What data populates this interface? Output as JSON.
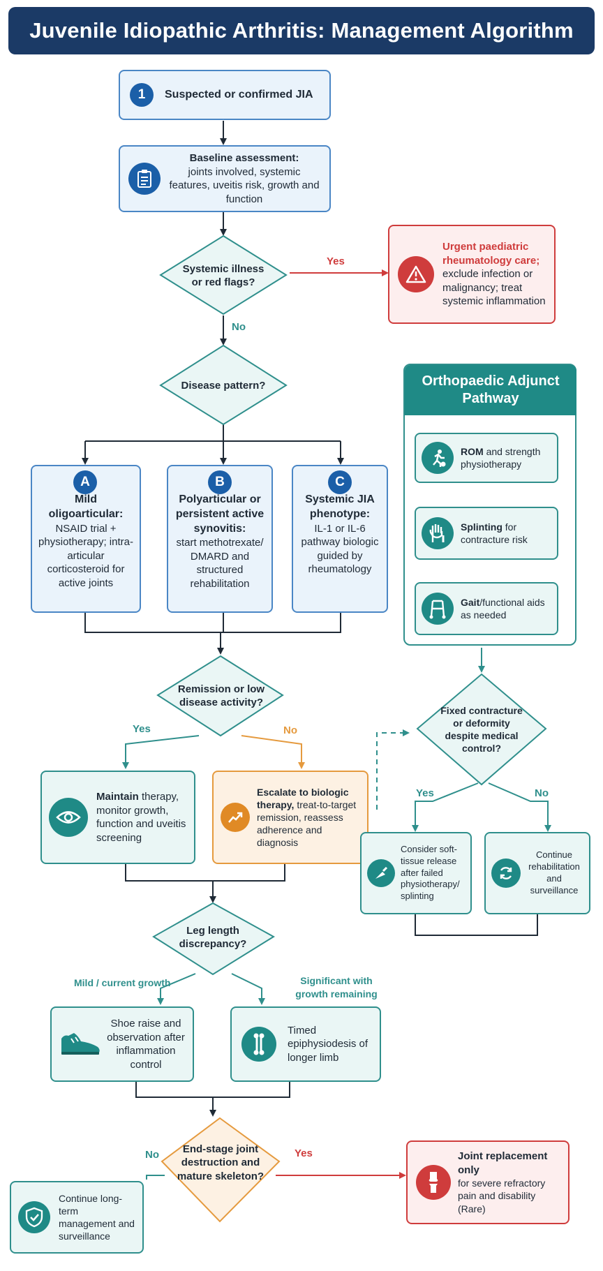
{
  "title": "Juvenile Idiopathic Arthritis: Management Algorithm",
  "colors": {
    "navy": "#1b3a66",
    "blue": "#4a86c5",
    "teal": "#2f8f8c",
    "red": "#cf3c3c",
    "orange": "#e59a3e",
    "dark_teal": "#1f8a86"
  },
  "start": {
    "number": "1",
    "label": "Suspected or confirmed JIA",
    "icon": "number-badge"
  },
  "baseline": {
    "title": "Baseline assessment:",
    "body": "joints involved, systemic features, uveitis risk, growth and function",
    "icon": "clipboard-icon"
  },
  "d_systemic": {
    "label": "Systemic illness or red flags?",
    "yes": "Yes",
    "no": "No"
  },
  "urgent": {
    "title": "Urgent paediatric rheumatology care;",
    "body": "exclude infection or malignancy; treat systemic inflammation",
    "icon": "warning-icon"
  },
  "d_pattern": {
    "label": "Disease pattern?"
  },
  "col_a": {
    "letter": "A",
    "title": "Mild oligoarticular:",
    "body": "NSAID trial + physiotherapy; intra-articular corticosteroid for active joints"
  },
  "col_b": {
    "letter": "B",
    "title": "Polyarticular or persistent active synovitis:",
    "body": "start methotrexate/ DMARD and structured rehabilitation"
  },
  "col_c": {
    "letter": "C",
    "title": "Systemic JIA phenotype:",
    "body": "IL-1 or IL-6 pathway biologic guided by rheumatology"
  },
  "d_remission": {
    "label": "Remission or low disease activity?",
    "yes": "Yes",
    "no": "No"
  },
  "maintain": {
    "bold": "Maintain",
    "body": "therapy, monitor growth, function and uveitis screening",
    "icon": "eye-icon"
  },
  "escalate": {
    "bold": "Escalate to biologic therapy,",
    "body": "treat-to-target remission, reassess adherence and diagnosis",
    "icon": "trend-up-icon"
  },
  "d_leg": {
    "label": "Leg length discrepancy?",
    "mild": "Mild / current growth",
    "significant": "Significant with growth remaining"
  },
  "shoe": {
    "body": "Shoe raise and observation after inflammation control",
    "icon": "shoe-icon"
  },
  "epiph": {
    "body": "Timed epiphysiodesis of longer limb",
    "icon": "bone-icon"
  },
  "d_endstage": {
    "label": "End-stage joint destruction and mature skeleton?",
    "yes": "Yes",
    "no": "No"
  },
  "longterm": {
    "body": "Continue long-term management and surveillance",
    "icon": "shield-check-icon"
  },
  "replacement": {
    "title": "Joint replacement only",
    "body": "for severe refractory pain and disability (Rare)",
    "icon": "knee-joint-icon"
  },
  "ortho": {
    "title": "Orthopaedic Adjunct Pathway",
    "step1": {
      "bold": "ROM",
      "body": "and strength physiotherapy",
      "icon": "exercise-icon"
    },
    "step2": {
      "bold": "Splinting",
      "body": "for contracture risk",
      "icon": "hand-splint-icon"
    },
    "step3": {
      "bold": "Gait",
      "body": "/functional aids as needed",
      "icon": "walker-icon"
    }
  },
  "d_fixed": {
    "label": "Fixed contracture or deformity despite medical control?",
    "yes": "Yes",
    "no": "No"
  },
  "softtissue": {
    "body": "Consider soft-tissue release after failed physiotherapy/ splinting",
    "icon": "scalpel-icon"
  },
  "continue_rehab": {
    "body": "Continue rehabilitation and surveillance",
    "icon": "cycle-icon"
  }
}
